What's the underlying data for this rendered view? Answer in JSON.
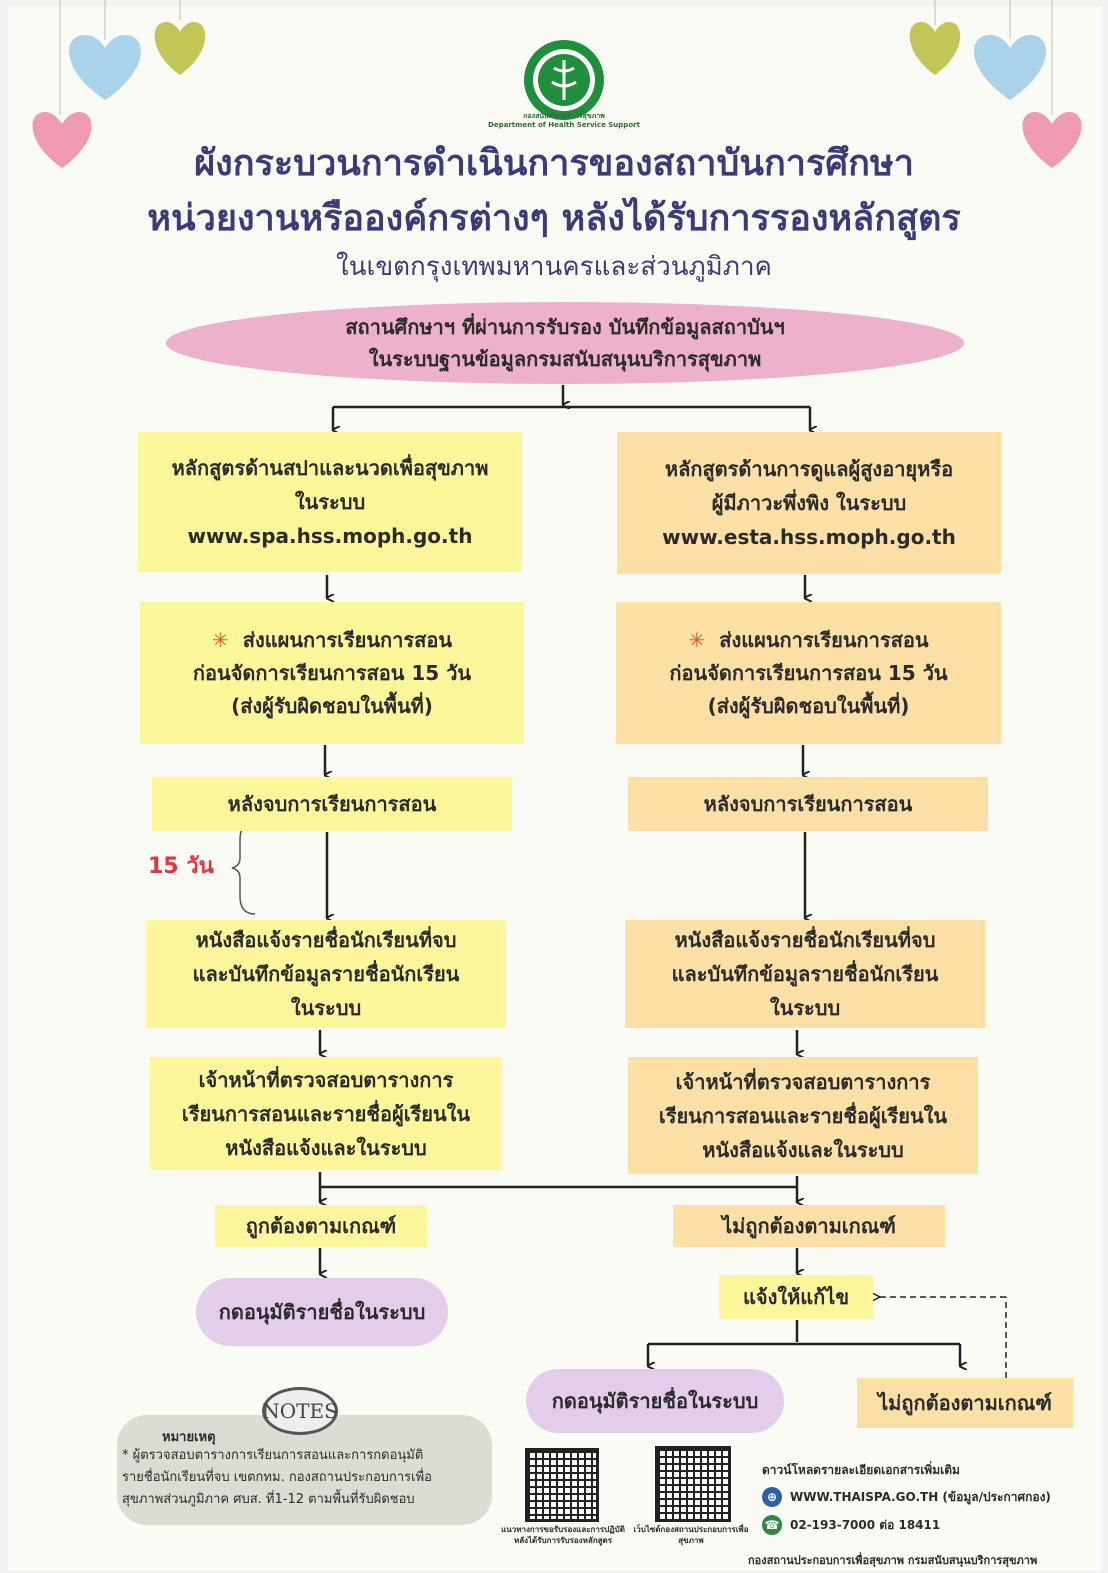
{
  "logo": {
    "line1": "กองสนับสนุนบริการสุขภาพ",
    "line2": "Department of Health Service Support"
  },
  "title": {
    "line1": "ผังกระบวนการดำเนินการของสถาบันการศึกษา",
    "line2": "หน่วยงานหรือองค์กรต่างๆ หลังได้รับการรองหลักสูตร",
    "subtitle": "ในเขตกรุงเทพมหานครและส่วนภูมิภาค"
  },
  "start": {
    "line1": "สถานศึกษาฯ ที่ผ่านการรับรอง บันทึกข้อมูลสถาบันฯ",
    "line2": "ในระบบฐานข้อมูลกรมสนับสนุนบริการสุขภาพ"
  },
  "left": {
    "course": {
      "line1": "หลักสูตรด้านสปาและนวดเพื่อสุขภาพ",
      "line2": "ในระบบ",
      "line3": "www.spa.hss.moph.go.th"
    },
    "plan": {
      "star": "✳",
      "line1": "ส่งแผนการเรียนการสอน",
      "line2": "ก่อนจัดการเรียนการสอน 15 วัน",
      "line3": "(ส่งผู้รับผิดชอบในพื้นที่)"
    },
    "after": "หลังจบการเรียนการสอน",
    "days": "15 วัน",
    "letter": {
      "line1": "หนังสือแจ้งรายชื่อนักเรียนที่จบ",
      "line2": "และบันทึกข้อมูลรายชื่อนักเรียน",
      "line3": "ในระบบ"
    },
    "check": {
      "line1": "เจ้าหน้าที่ตรวจสอบตารางการ",
      "line2": "เรียนการสอนและรายชื่อผู้เรียนใน",
      "line3": "หนังสือแจ้งและในระบบ"
    }
  },
  "right": {
    "course": {
      "line1": "หลักสูตรด้านการดูแลผู้สูงอายุหรือ",
      "line2": "ผู้มีภาวะพึ่งพิง ในระบบ",
      "line3": "www.esta.hss.moph.go.th"
    },
    "plan": {
      "star": "✳",
      "line1": "ส่งแผนการเรียนการสอน",
      "line2": "ก่อนจัดการเรียนการสอน 15 วัน",
      "line3": "(ส่งผู้รับผิดชอบในพื้นที่)"
    },
    "after": "หลังจบการเรียนการสอน",
    "letter": {
      "line1": "หนังสือแจ้งรายชื่อนักเรียนที่จบ",
      "line2": "และบันทึกข้อมูลรายชื่อนักเรียน",
      "line3": "ในระบบ"
    },
    "check": {
      "line1": "เจ้าหน้าที่ตรวจสอบตารางการ",
      "line2": "เรียนการสอนและรายชื่อผู้เรียนใน",
      "line3": "หนังสือแจ้งและในระบบ"
    }
  },
  "result": {
    "correct": "ถูกต้องตามเกณฑ์",
    "incorrect": "ไม่ถูกต้องตามเกณฑ์",
    "approve_left": "กดอนุมัติรายชื่อในระบบ",
    "fix": "แจ้งให้แก้ไข",
    "approve_right": "กดอนุมัติรายชื่อในระบบ",
    "incorrect2": "ไม่ถูกต้องตามเกณฑ์"
  },
  "notes": {
    "badge": "NOTES",
    "heading": "หมายเหตุ",
    "line1": "* ผู้ตรวจสอบตารางการเรียนการสอนและการกดอนุมัติ",
    "line2": "รายชื่อนักเรียนที่จบ เขตกทม. กองสถานประกอบการเพื่อ",
    "line3": "สุขภาพส่วนภูมิภาค ศบส. ที่1-12 ตามพื้นที่รับผิดชอบ"
  },
  "qr": {
    "caption1": "แนวทางการขอรับรองและการปฏิบัติหลังได้รับการรับรองหลักสูตร",
    "caption2": "เว็บไซต์กองสถานประกอบการเพื่อสุขภาพ"
  },
  "contact": {
    "download": "ดาวน์โหลดรายละเอียดเอกสารเพิ่มเติม",
    "website": "WWW.THAISPA.GO.TH (ข้อมูล/ประกาศกอง)",
    "phone": "02-193-7000 ต่อ 18411",
    "footer": "กองสถานประกอบการเพื่อสุขภาพ กรมสนับสนุนบริการสุขภาพ"
  },
  "colors": {
    "title": "#3b3a7a",
    "yellow": "#fdf79b",
    "orange": "#fce0a5",
    "pink": "#eeb1cb",
    "lilac": "#e4cdea",
    "days": "#e8333d",
    "star": "#e8521e"
  }
}
